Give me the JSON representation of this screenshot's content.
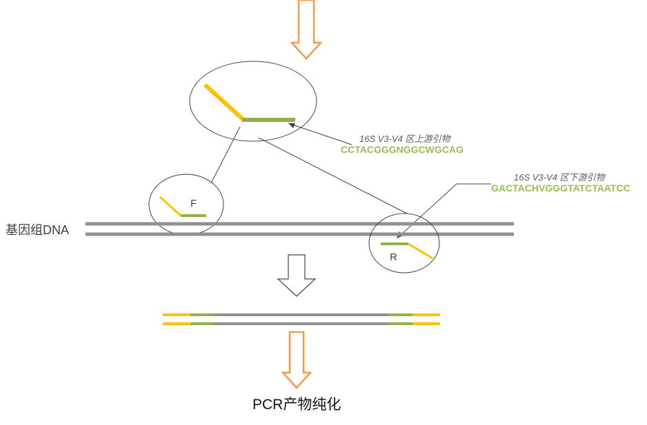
{
  "colors": {
    "yellow": "#ffc000",
    "green": "#92b04a",
    "gray": "#909090",
    "orange": "#f4994a",
    "outline": "#404040",
    "seq_text": "#9bbb59"
  },
  "labels": {
    "forward_title": "16S V3-V4 区上游引物",
    "forward_seq": "CCTACGGGNGGCWGCAG",
    "reverse_title": "16S V3-V4 区下游引物",
    "reverse_seq": "GACTACHVGGGTATCTAATCC",
    "forward_label": "F",
    "reverse_label": "R",
    "genome_label": "基因组DNA",
    "footer": "PCR产物纯化"
  }
}
